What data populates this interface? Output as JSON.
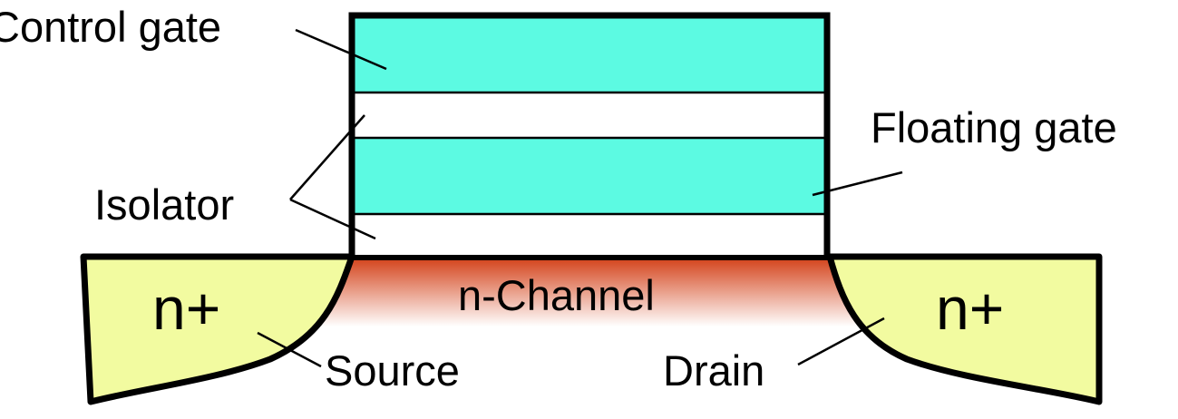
{
  "labels": {
    "control_gate": "Control gate",
    "floating_gate": "Floating gate",
    "isolator": "Isolator",
    "source": "Source",
    "drain": "Drain",
    "n_channel": "n-Channel",
    "source_region": "n+",
    "drain_region": "n+"
  },
  "colors": {
    "gate": "#5cfae2",
    "isolator": "#ffffff",
    "n_plus": "#f2fba0",
    "channel_top": "#d4441c",
    "channel_bottom": "#ffffff",
    "outline": "#000000"
  }
}
